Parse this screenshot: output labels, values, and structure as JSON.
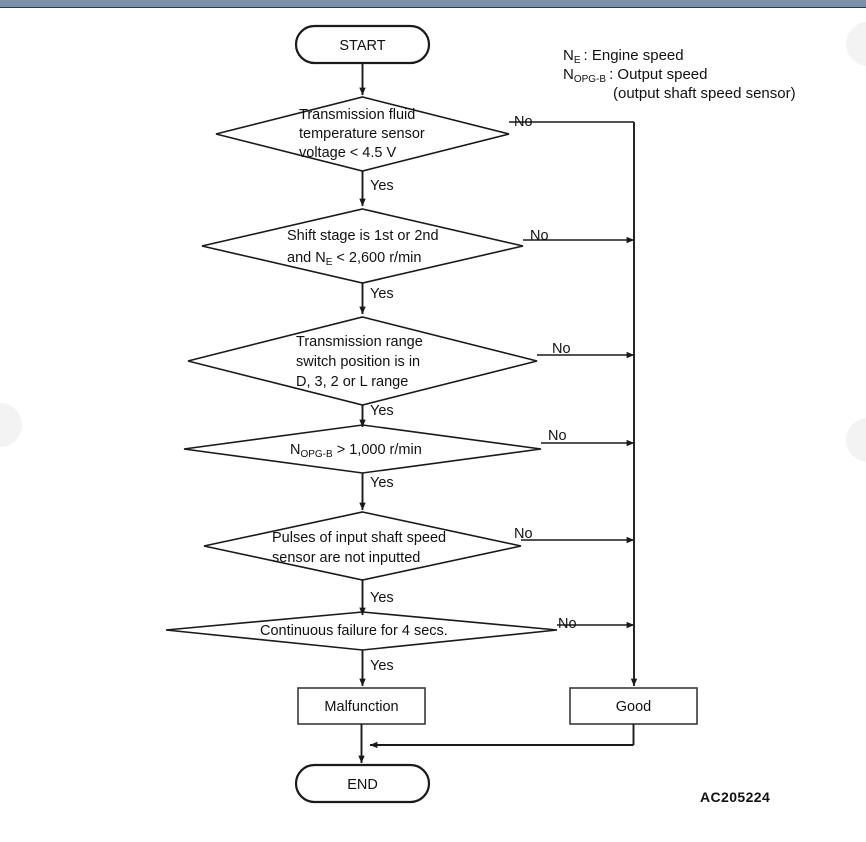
{
  "page": {
    "background_color": "#ffffff",
    "topbar_color": "#7b91a8",
    "stroke_color": "#1a1a1a",
    "reference_code": "AC205224"
  },
  "legend": {
    "line1_symbol": "N",
    "line1_subscript": "E",
    "line1_text": ": Engine speed",
    "line2_symbol": "N",
    "line2_subscript": "OPG-B",
    "line2_text": ": Output speed",
    "line3_text": "(output shaft speed sensor)"
  },
  "chart_data": {
    "type": "flowchart",
    "title": "Transmission input shaft speed sensor diagnostic flow",
    "terminals": [
      {
        "id": "start",
        "label": "START"
      },
      {
        "id": "end",
        "label": "END"
      }
    ],
    "decisions": [
      {
        "id": "d1",
        "lines": [
          "Transmission fluid",
          "temperature sensor",
          "voltage < 4.5 V"
        ],
        "yes_label": "Yes",
        "no_label": "No"
      },
      {
        "id": "d2",
        "lines": [
          "Shift stage is 1st or 2nd",
          "and Nₑ < 2,600 r/min"
        ],
        "line2_prefix": "and N",
        "line2_sub": "E",
        "line2_suffix": " < 2,600 r/min",
        "yes_label": "Yes",
        "no_label": "No"
      },
      {
        "id": "d3",
        "lines": [
          "Transmission range",
          "switch position is in",
          "D, 3, 2 or L range"
        ],
        "yes_label": "Yes",
        "no_label": "No"
      },
      {
        "id": "d4",
        "lines": [
          "N > 1,000 r/min"
        ],
        "line1_prefix": "N",
        "line1_sub": "OPG-B",
        "line1_suffix": " > 1,000 r/min",
        "yes_label": "Yes",
        "no_label": "No"
      },
      {
        "id": "d5",
        "lines": [
          "Pulses of input shaft speed",
          "sensor are not inputted"
        ],
        "yes_label": "Yes",
        "no_label": "No"
      },
      {
        "id": "d6",
        "lines": [
          "Continuous failure for 4 secs."
        ],
        "yes_label": "Yes",
        "no_label": "No"
      }
    ],
    "results": [
      {
        "id": "malfunction",
        "label": "Malfunction"
      },
      {
        "id": "good",
        "label": "Good"
      }
    ]
  }
}
